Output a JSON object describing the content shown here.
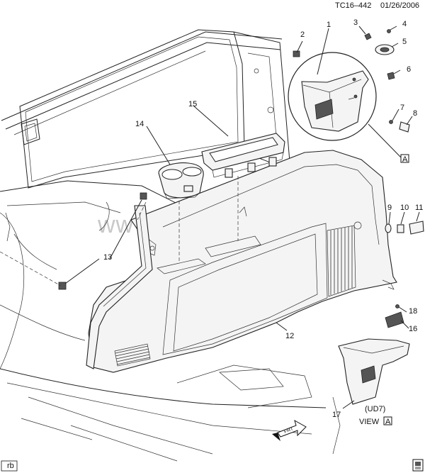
{
  "header": {
    "code": "TC16–442",
    "date": "01/26/2006"
  },
  "watermark": "www.gmsklad.ru",
  "callouts": [
    "1",
    "2",
    "3",
    "4",
    "5",
    "6",
    "7",
    "8",
    "9",
    "10",
    "11",
    "12",
    "13",
    "14",
    "15",
    "16",
    "17",
    "18"
  ],
  "view_ref": {
    "letter": "A",
    "caption": "VIEW",
    "option": "(UD7)"
  },
  "direction": "FRT",
  "corner_tag": "rb",
  "footer_icon": "document-icon"
}
